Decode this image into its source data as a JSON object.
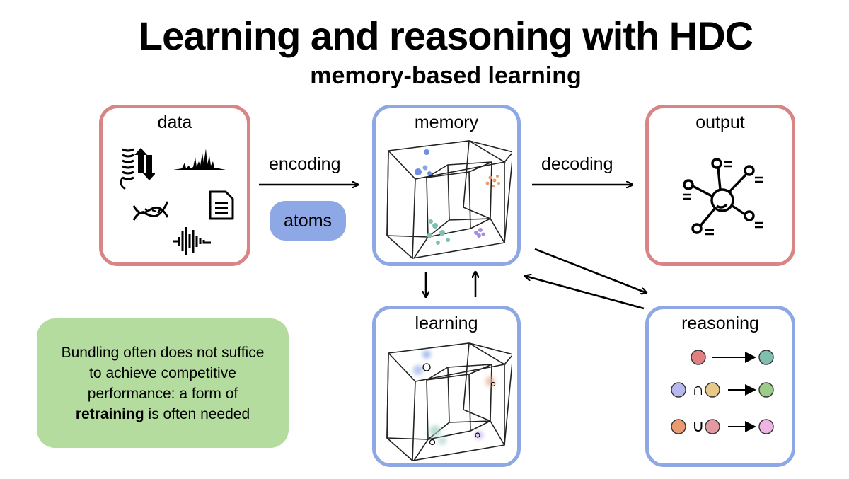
{
  "title": "Learning and reasoning with HDC",
  "subtitle": "memory-based learning",
  "boxes": {
    "data": "data",
    "memory": "memory",
    "output": "output",
    "learning": "learning",
    "reasoning": "reasoning"
  },
  "arrows": {
    "encoding": "encoding",
    "decoding": "decoding"
  },
  "atoms_label": "atoms",
  "note": {
    "line1": "Bundling often does not suffice",
    "line2": "to achieve competitive",
    "line3": "performance: a form of",
    "bold": "retraining",
    "rest": " is often needed"
  },
  "reasoning_ops": {
    "intersection": "∩",
    "union": "∪"
  },
  "colors": {
    "red_border": "#d98585",
    "blue_border": "#8ea8e6",
    "green_note": "#b3dc9e",
    "circle_red": "#e08080",
    "circle_teal": "#7fbfb0",
    "circle_lavender": "#b8b8ee",
    "circle_tan": "#e8c98a",
    "circle_green": "#9ccc88",
    "circle_orange": "#ea9a72",
    "circle_rose": "#e29aa0",
    "circle_pink": "#f0b4e4"
  }
}
